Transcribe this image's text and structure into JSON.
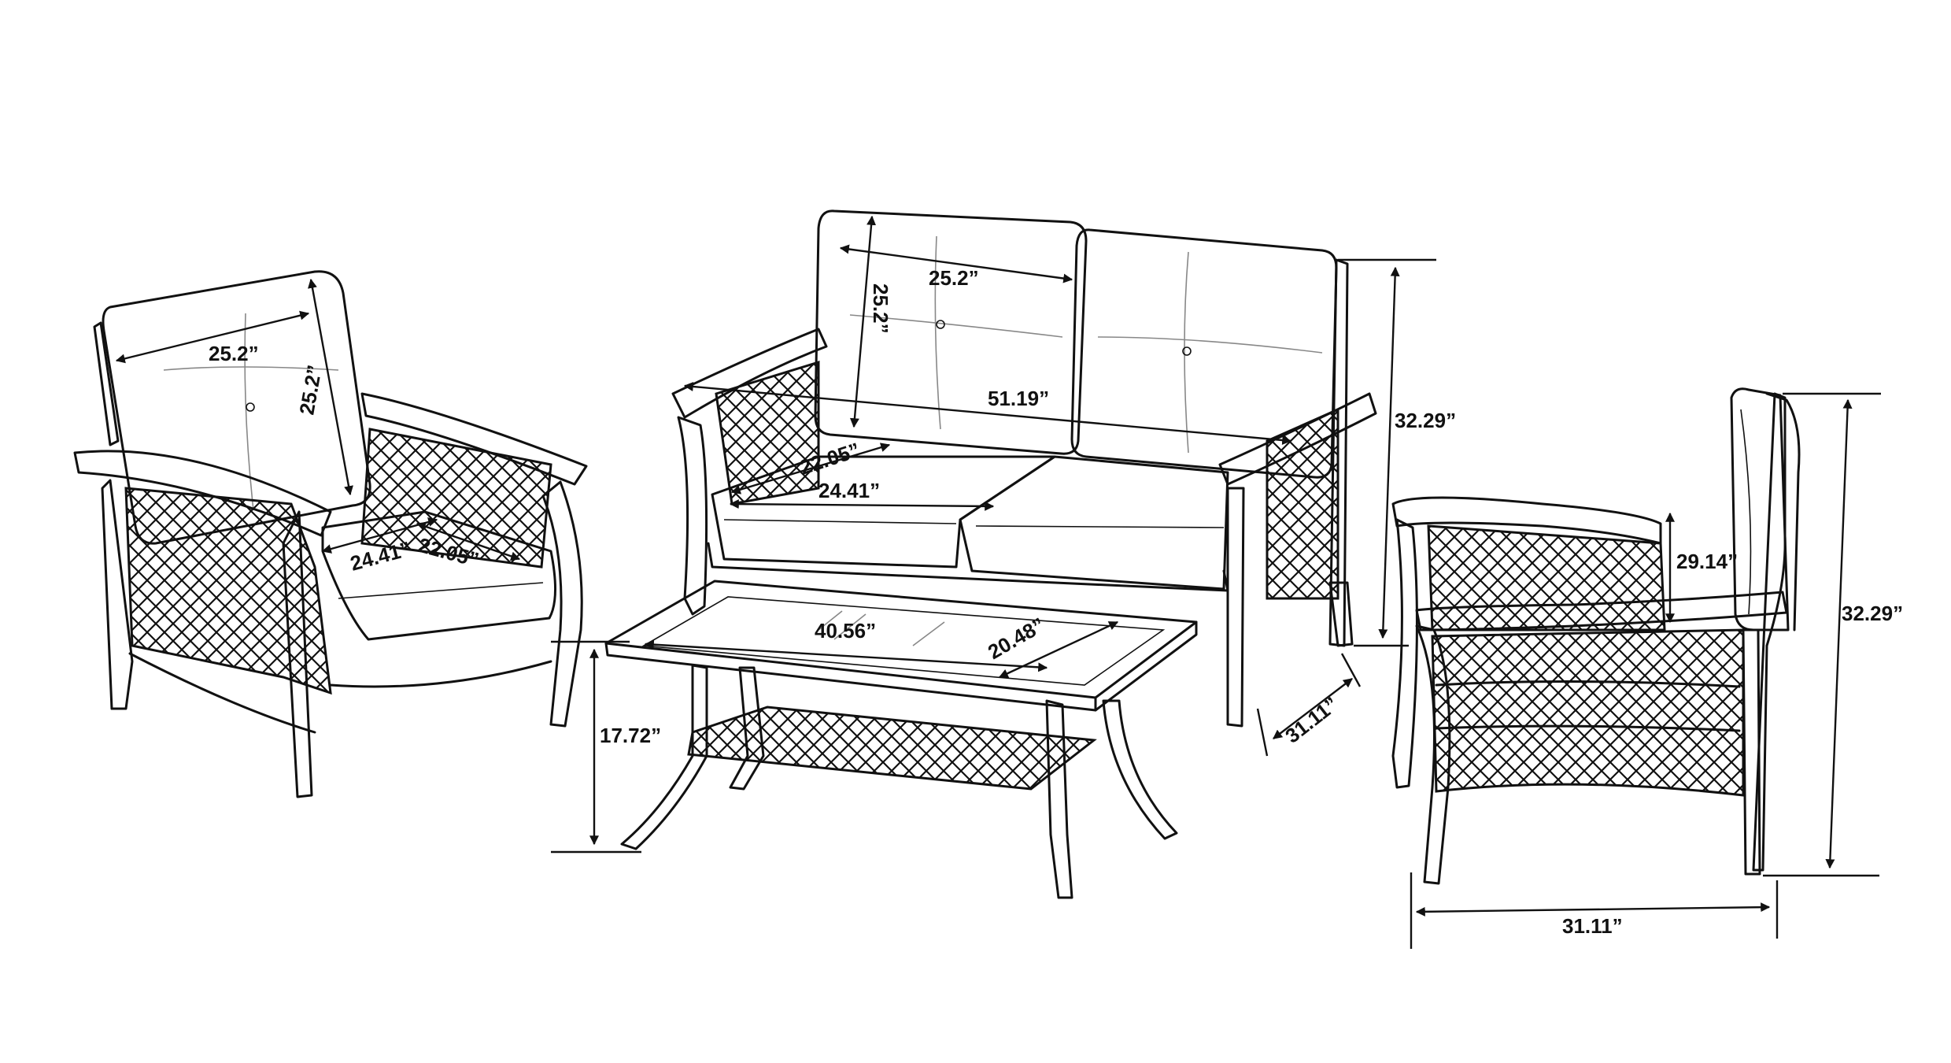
{
  "colors": {
    "line": "#111111",
    "background": "#ffffff",
    "seam": "#888888"
  },
  "dimensions": {
    "left_chair": {
      "back_width": "25.2”",
      "back_height": "25.2”",
      "seat_width": "24.41”",
      "seat_depth": "22.05”"
    },
    "loveseat": {
      "back_width": "25.2”",
      "back_height": "25.2”",
      "overall_width": "51.19”",
      "seat_depth": "22.05”",
      "seat_width": "24.41”",
      "overall_height": "32.29”",
      "overall_depth": "31.11”"
    },
    "table": {
      "length": "40.56”",
      "width": "20.48”",
      "height": "17.72”"
    },
    "right_chair": {
      "arm_height": "29.14”",
      "overall_height": "32.29”",
      "overall_width": "31.11”"
    }
  }
}
